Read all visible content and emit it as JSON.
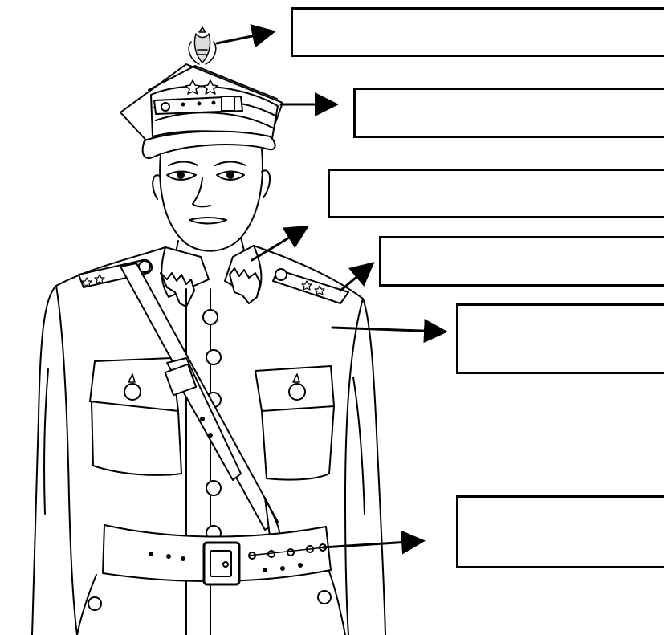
{
  "worksheet": {
    "label_boxes": [
      {
        "id": "eagle-badge",
        "text": ""
      },
      {
        "id": "cap",
        "text": ""
      },
      {
        "id": "collar",
        "text": ""
      },
      {
        "id": "shoulder-strap",
        "text": ""
      },
      {
        "id": "jacket",
        "text": ""
      },
      {
        "id": "belt",
        "text": ""
      }
    ]
  },
  "colors": {
    "line": "#000000",
    "background": "#ffffff"
  }
}
